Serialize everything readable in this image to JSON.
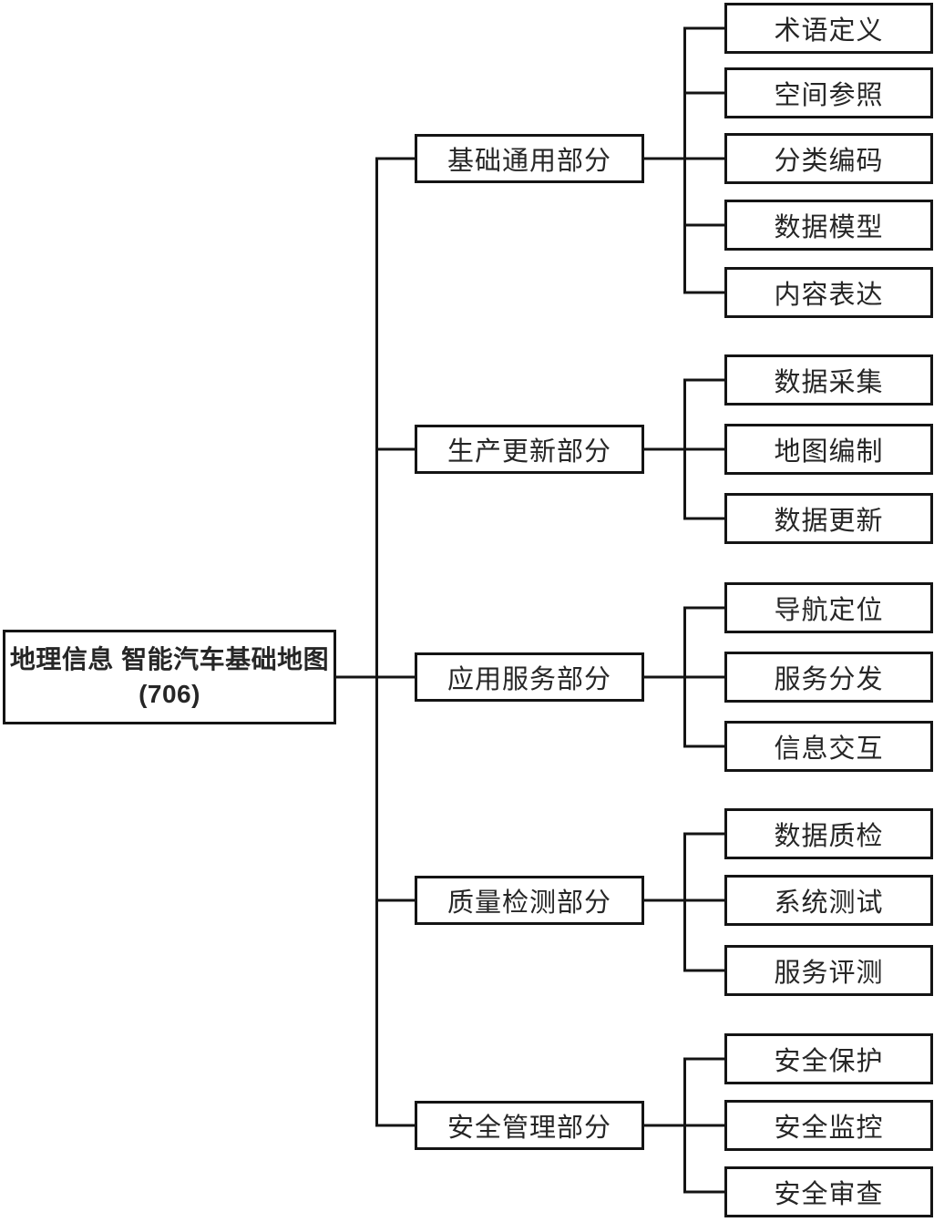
{
  "diagram": {
    "background": "#ffffff",
    "line_color": "#141414",
    "text_color": "#262626",
    "root": {
      "title": "地理信息 智能汽车基础地图",
      "code": "(706)"
    },
    "branches": [
      {
        "label": "基础通用部分",
        "children": [
          "术语定义",
          "空间参照",
          "分类编码",
          "数据模型",
          "内容表达"
        ]
      },
      {
        "label": "生产更新部分",
        "children": [
          "数据采集",
          "地图编制",
          "数据更新"
        ]
      },
      {
        "label": "应用服务部分",
        "children": [
          "导航定位",
          "服务分发",
          "信息交互"
        ]
      },
      {
        "label": "质量检测部分",
        "children": [
          "数据质检",
          "系统测试",
          "服务评测"
        ]
      },
      {
        "label": "安全管理部分",
        "children": [
          "安全保护",
          "安全监控",
          "安全审查"
        ]
      }
    ]
  }
}
